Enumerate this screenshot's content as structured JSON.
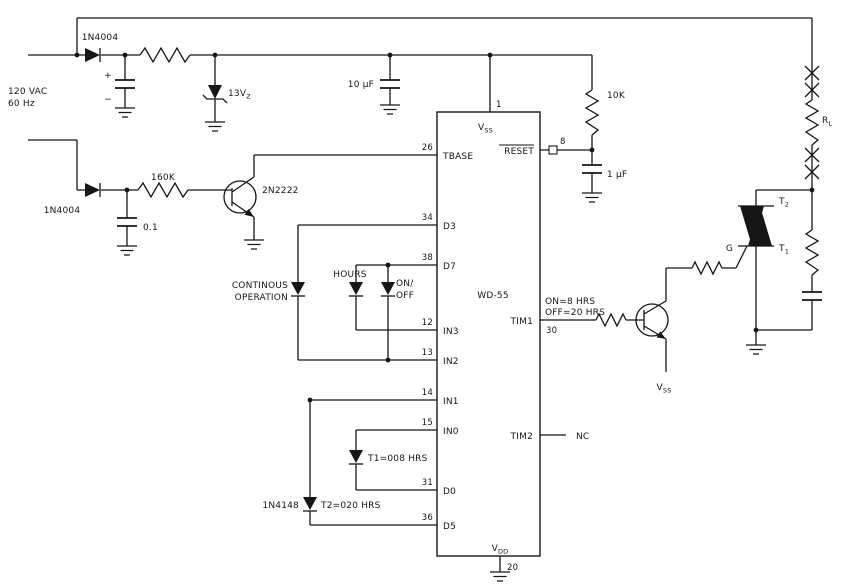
{
  "source": {
    "voltage": "120 VAC",
    "frequency": "60 Hz"
  },
  "components": {
    "diode_top": "1N4004",
    "diode_bottom": "1N4004",
    "zener": {
      "main": "13V",
      "sub": "Z"
    },
    "filter_cap_plus": "+",
    "filter_cap_minus": "−",
    "cap_10uf": "10 µF",
    "cap_01": "0.1",
    "cap_1uf": "1 µF",
    "res_160k": "160K",
    "res_10k": "10K",
    "transistor_q1": "2N2222",
    "load": {
      "main": "R",
      "sub": "L"
    }
  },
  "ic": {
    "name": "WD-55",
    "pins": {
      "vss": {
        "num": "1",
        "main": "V",
        "sub": "SS"
      },
      "tbase": {
        "num": "26",
        "label": "TBASE"
      },
      "reset": {
        "num": "8",
        "label": "RESET"
      },
      "d3": {
        "num": "34",
        "label": "D3"
      },
      "d7": {
        "num": "38",
        "label": "D7"
      },
      "in3": {
        "num": "12",
        "label": "IN3"
      },
      "in2": {
        "num": "13",
        "label": "IN2"
      },
      "in1": {
        "num": "14",
        "label": "IN1"
      },
      "in0": {
        "num": "15",
        "label": "IN0"
      },
      "d0": {
        "num": "31",
        "label": "D0"
      },
      "d5": {
        "num": "36",
        "label": "D5"
      },
      "tim1": {
        "num": "30",
        "label": "TIM1"
      },
      "tim2": {
        "label": "TIM2",
        "note": "NC"
      },
      "vdd": {
        "num": "20",
        "main": "V",
        "sub": "DD"
      }
    }
  },
  "programming": {
    "continuous_line1": "CONTINOUS",
    "continuous_line2": "OPERATION",
    "hours": "HOURS",
    "onoff_line1": "ON/",
    "onoff_line2": "OFF",
    "t1_diode": "T1=008 HRS",
    "t2_diode": "T2=020 HRS",
    "diode_1n4148": "1N4148"
  },
  "output_stage": {
    "on_time": "ON=8 HRS",
    "off_time": "OFF=20 HRS",
    "emitter_supply": {
      "main": "V",
      "sub": "SS"
    },
    "gate": "G",
    "triac_t2": {
      "main": "T",
      "sub": "2"
    },
    "triac_t1": {
      "main": "T",
      "sub": "1"
    }
  }
}
